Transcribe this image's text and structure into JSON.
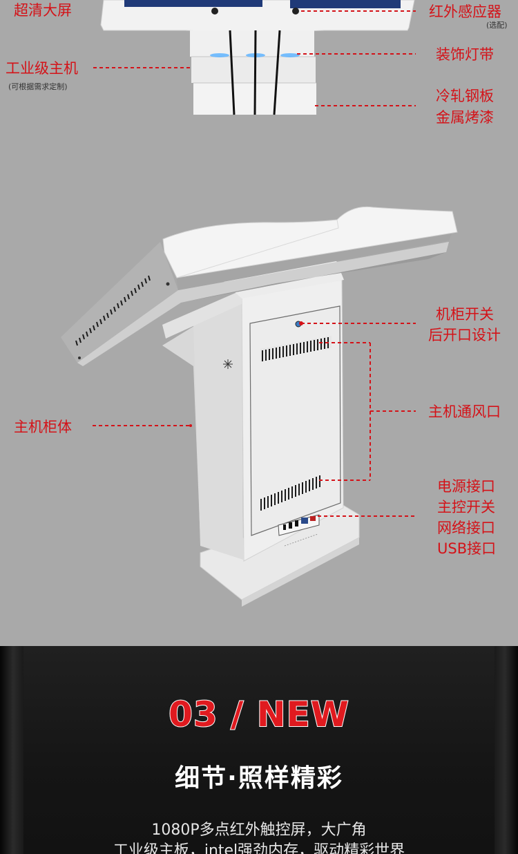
{
  "labels": {
    "screen": "超清大屏",
    "infrared": "红外感应器",
    "infrared_note": "(选配)",
    "host": "工业级主机",
    "host_note": "(可根据需求定制)",
    "led": "装饰灯带",
    "steel_line1": "冷轧钢板",
    "steel_line2": "金属烤漆",
    "cabinet_switch_line1": "机柜开关",
    "cabinet_switch_line2": "后开口设计",
    "cabinet_body": "主机柜体",
    "vent": "主机通风口",
    "ports_line1": "电源接口",
    "ports_line2": "主控开关",
    "ports_line3": "网络接口",
    "ports_line4": "USB接口"
  },
  "section": {
    "headline": "03 / NEW",
    "subhead": "细节·照样精彩",
    "desc_line1": "1080P多点红外触控屏，大广角",
    "desc_line2": "工业级主板，intel强劲内存，驱动精彩世界"
  },
  "colors": {
    "accent": "#d41218",
    "panel_bg": "#a9a9a9",
    "dark_bg": "#141414"
  }
}
